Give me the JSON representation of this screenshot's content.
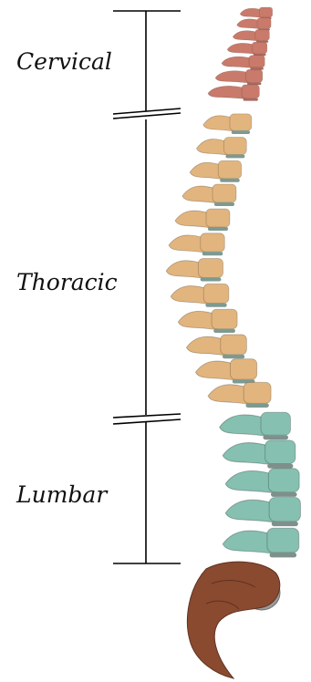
{
  "regions": [
    {
      "key": "cervical",
      "label": "Cervical",
      "color": "#c97a6a",
      "disc": "#a86a60",
      "vertebrae": 7
    },
    {
      "key": "thoracic",
      "label": "Thoracic",
      "color": "#e2b57e",
      "disc": "#7d9a92",
      "vertebrae": 12
    },
    {
      "key": "lumbar",
      "label": "Lumbar",
      "color": "#86c0b0",
      "disc": "#7f8f8c",
      "vertebrae": 5
    }
  ],
  "sacrum_color": "#8a4a30",
  "bracket_color": "#000000"
}
